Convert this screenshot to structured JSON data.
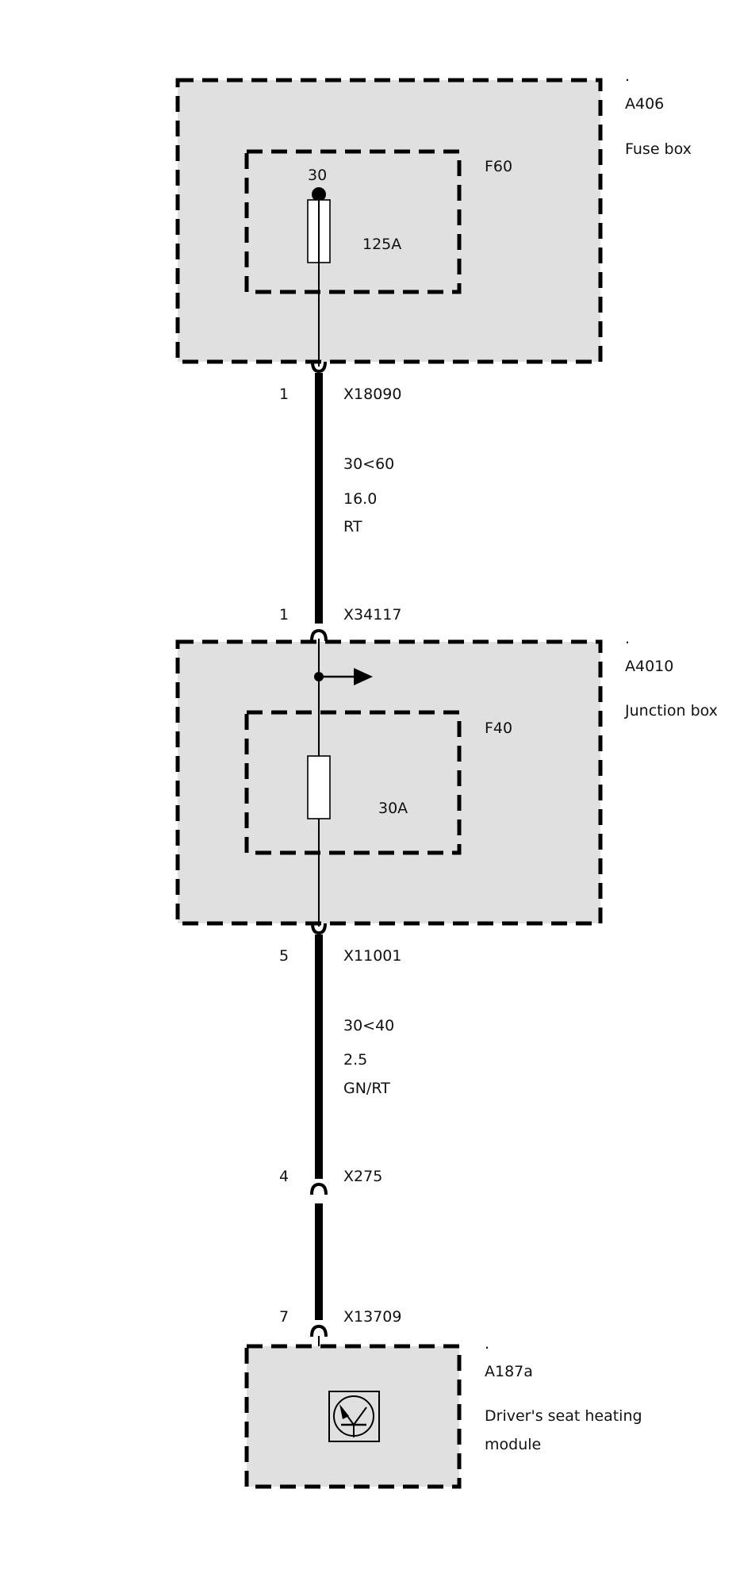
{
  "colors": {
    "box_fill": "#e0e0e0",
    "stroke": "#000000",
    "text": "#111111"
  },
  "components": {
    "fuse_box": {
      "dot": ".",
      "id": "A406",
      "name": "Fuse box",
      "fuse": {
        "id": "F60",
        "terminal": "30",
        "rating": "125A"
      }
    },
    "junction_box": {
      "dot": ".",
      "id": "A4010",
      "name": "Junction box",
      "fuse": {
        "id": "F40",
        "rating": "30A"
      }
    },
    "seat_module": {
      "dot": ".",
      "id": "A187a",
      "name_line1": "Driver's seat heating",
      "name_line2": "module",
      "icon": "transistor-icon"
    }
  },
  "connectors": [
    {
      "pin": "1",
      "id": "X18090"
    },
    {
      "pin": "1",
      "id": "X34117"
    },
    {
      "pin": "5",
      "id": "X11001"
    },
    {
      "pin": "4",
      "id": "X275"
    },
    {
      "pin": "7",
      "id": "X13709"
    }
  ],
  "wires": [
    {
      "circuit": "30<60",
      "size": "16.0",
      "color": "RT"
    },
    {
      "circuit": "30<40",
      "size": "2.5",
      "color": "GN/RT"
    }
  ]
}
